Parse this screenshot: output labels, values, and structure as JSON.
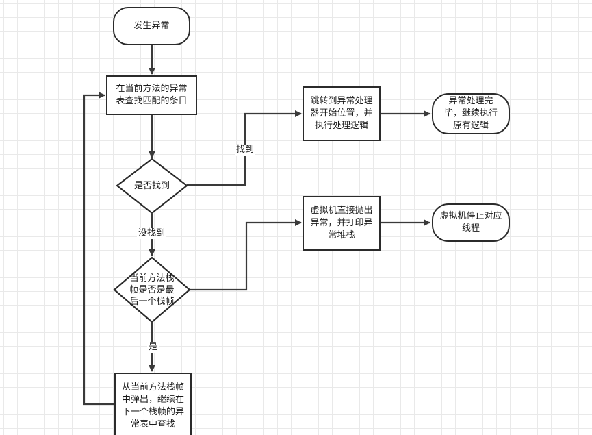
{
  "nodes": {
    "start": "发生异常",
    "search_table": "在当前方法的异常表查找匹配的条目",
    "found_decision": "是否找到",
    "jump_handler": "跳转到异常处理器开始位置，并执行处理逻辑",
    "finish_handling": "异常处理完毕，继续执行原有逻辑",
    "last_frame_decision": "当前方法栈帧是否是最后一个栈帧",
    "jvm_throw": "虚拟机直接抛出异常，并打印异常堆栈",
    "jvm_stop": "虚拟机停止对应线程",
    "pop_frame": "从当前方法栈帧中弹出，继续在下一个栈帧的异常表中查找"
  },
  "edges": {
    "found": "找到",
    "not_found": "没找到",
    "yes": "是"
  },
  "colors": {
    "line": "#3a3a3a",
    "border": "#2b2b2b",
    "grid": "#e9e9e9",
    "background": "#ffffff"
  }
}
